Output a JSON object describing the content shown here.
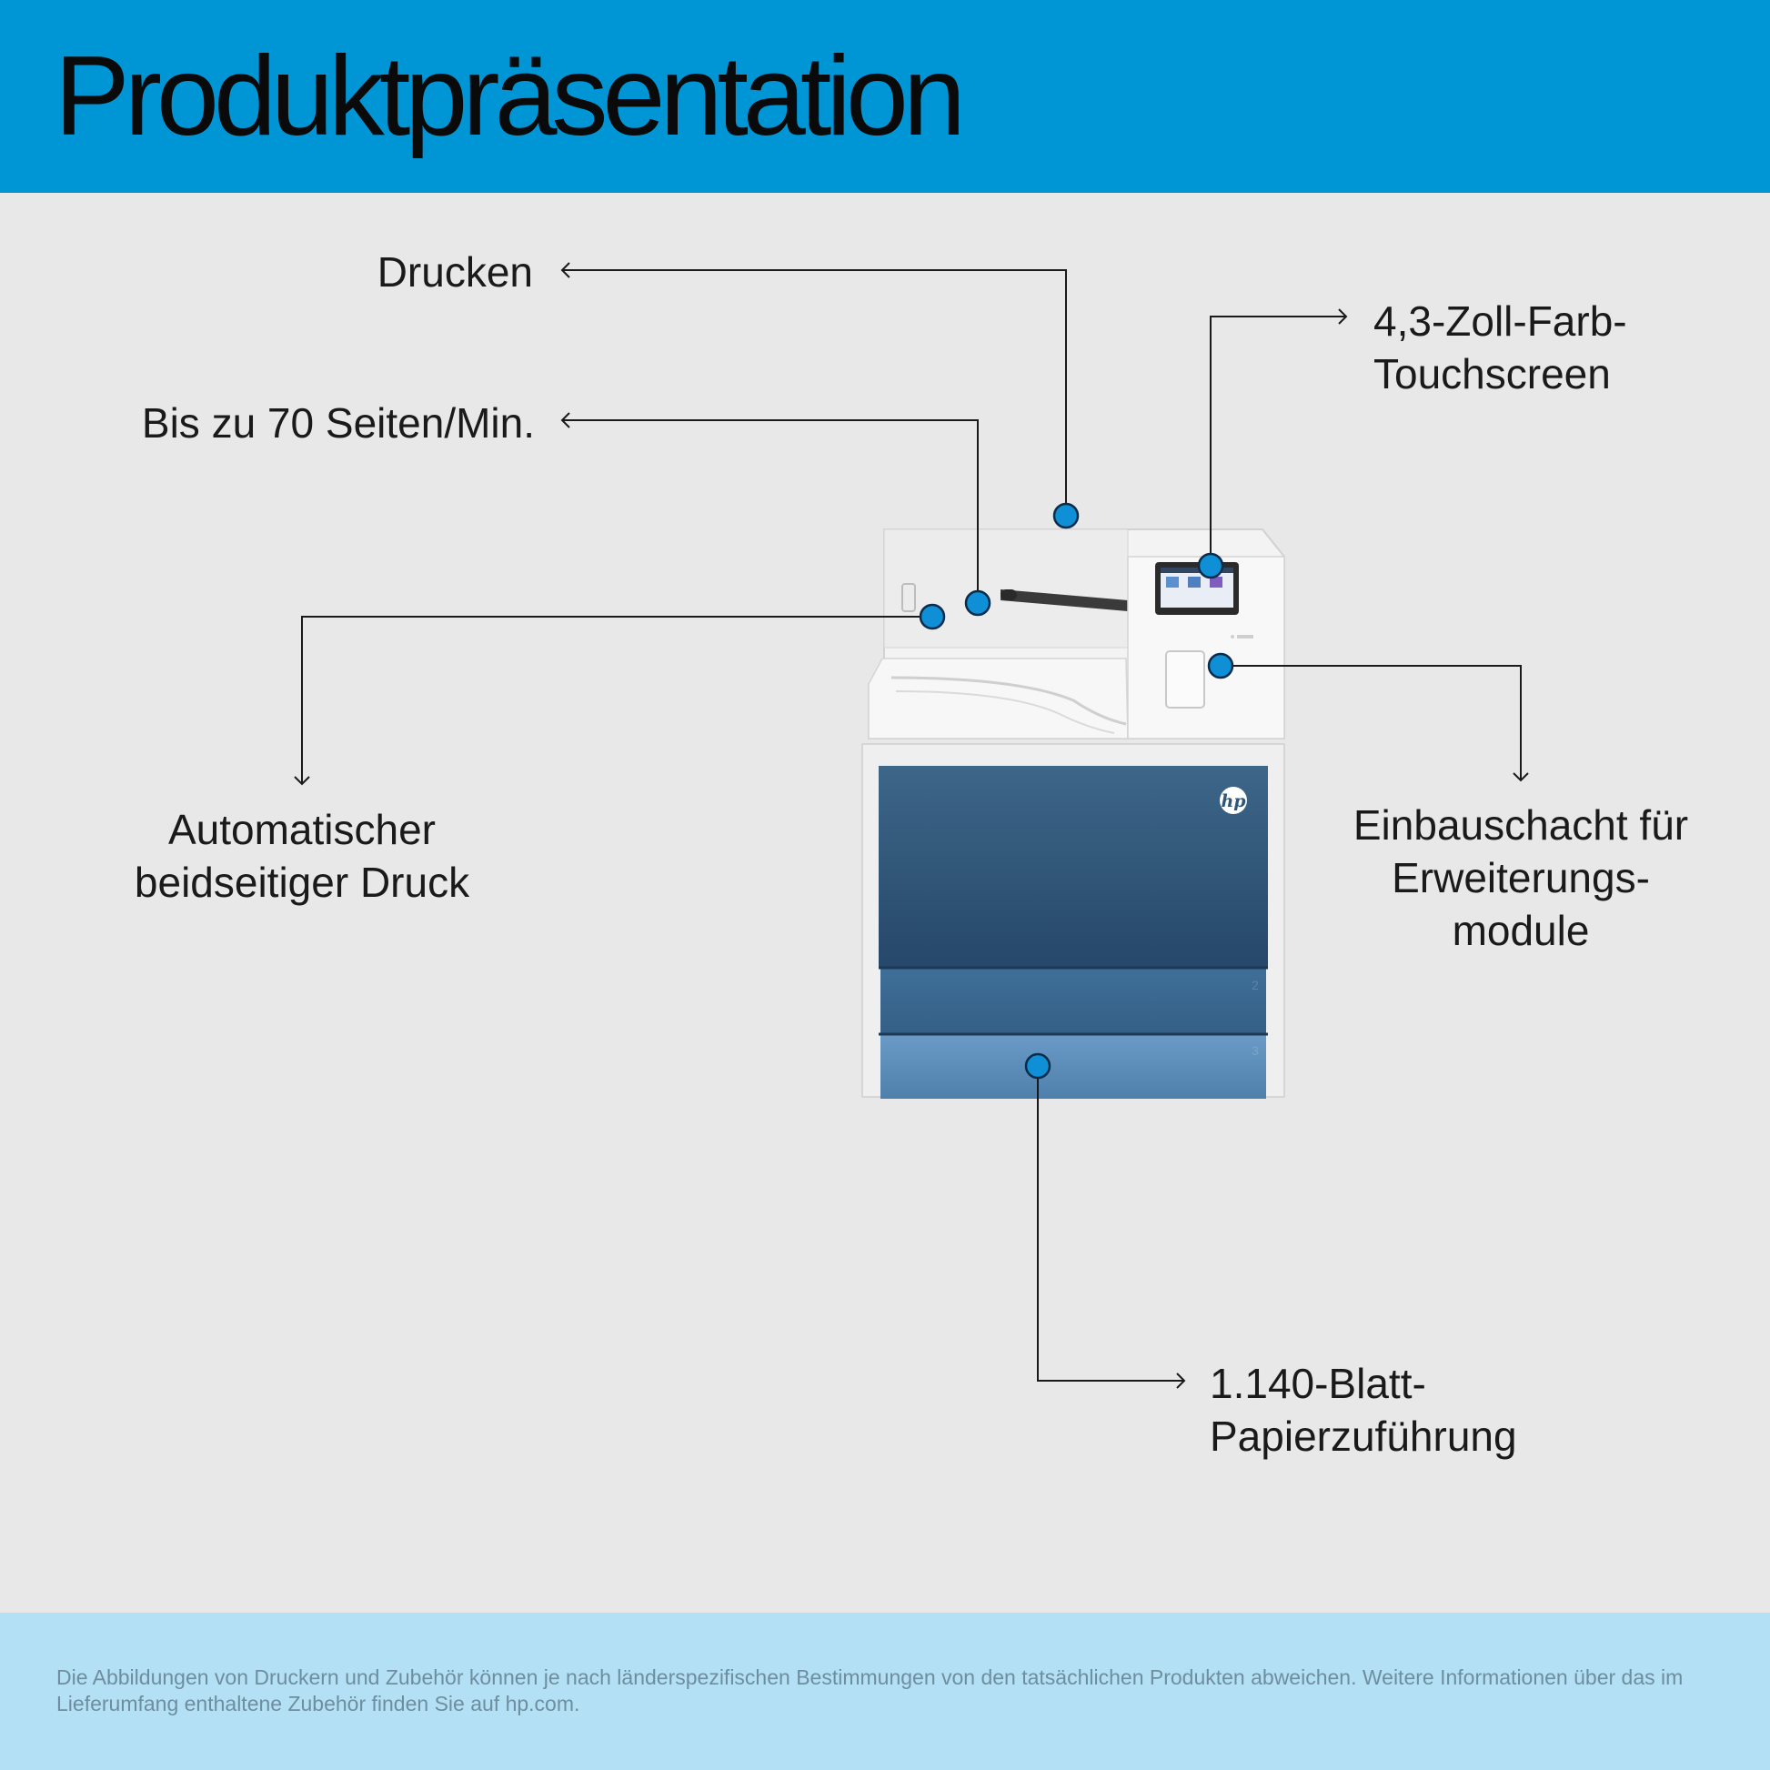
{
  "header": {
    "title": "Produktpräsentation",
    "background_color": "#0096d6"
  },
  "callouts": [
    {
      "id": "drucken",
      "lines": [
        "Drucken"
      ]
    },
    {
      "id": "seiten",
      "lines": [
        "Bis zu 70 Seiten/Min."
      ]
    },
    {
      "id": "duplex",
      "lines": [
        "Automatischer",
        "beidseitiger Druck"
      ]
    },
    {
      "id": "touchscreen",
      "lines": [
        "4,3-Zoll-Farb-",
        "Touchscreen"
      ]
    },
    {
      "id": "einbauschacht",
      "lines": [
        "Einbauschacht für",
        "Erweiterungs-",
        "module"
      ]
    },
    {
      "id": "papier",
      "lines": [
        "1.140-Blatt-",
        "Papierzuführung"
      ]
    }
  ],
  "printer": {
    "brand_logo": "hp",
    "tray_numbers": [
      "2",
      "3"
    ],
    "body_color": "#f2f2f2",
    "front_blue": "#2f5678",
    "tray2_blue": "#3e6c95",
    "tray3_blue": "#5a88b6"
  },
  "marker_color": "#0f8fd6",
  "footer": {
    "disclaimer": "Die Abbildungen von Druckern und Zubehör können je nach länderspezifischen Bestimmungen von den tatsächlichen Produkten abweichen. Weitere Informationen über das im Lieferumfang enthaltene Zubehör finden Sie auf hp.com.",
    "background_color": "#b3e0f5"
  }
}
